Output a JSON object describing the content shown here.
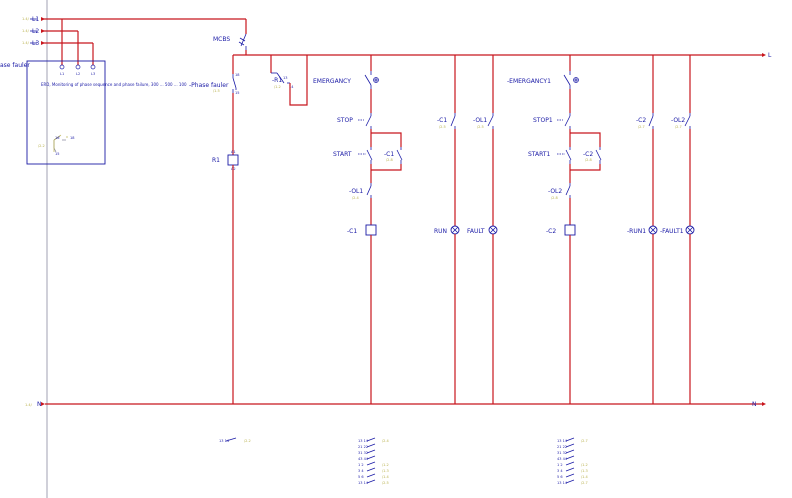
{
  "colors": {
    "wire": "#c8161d",
    "component": "#1a1aa6",
    "reference": "#b8b04a",
    "rail": "#8a8aa0"
  },
  "supply": {
    "lines": [
      {
        "label": "L1",
        "ref": "1.4/"
      },
      {
        "label": "L2",
        "ref": "1.4/"
      },
      {
        "label": "L3",
        "ref": "1.4/"
      }
    ],
    "neutral": {
      "label": "N",
      "ref": "1.4/"
    },
    "line_out": "L",
    "neutral_out": "N"
  },
  "phase_relay": {
    "title": "ase fauler",
    "description": "ERD, Monitoring of phase sequence and phase failure, 300 ... 500 ... 100",
    "terminals": [
      "L1",
      "L2",
      "L3"
    ],
    "contact_pins": [
      "16",
      "18",
      "15"
    ],
    "contact_ref": "/2.2"
  },
  "mcb": {
    "label": "MCBS"
  },
  "phase_fault_contact": {
    "label": "-Phase fauler",
    "ref": "/1.5",
    "pins": [
      "18",
      "15"
    ]
  },
  "r1_coil": {
    "label": "R1",
    "pins": [
      "A1",
      "A2"
    ]
  },
  "r1_contact": {
    "label": "-R1",
    "ref": "/1.2",
    "pins": [
      "13",
      "14"
    ]
  },
  "motor1": {
    "emergency": "EMERGANCY",
    "stop": "STOP",
    "start": "START",
    "hold": {
      "label": "-C1",
      "ref": "/2.8"
    },
    "overload": {
      "label": "-OL1",
      "ref": "/2.4"
    },
    "coil": "-C1",
    "run_contact": {
      "label": "-C1",
      "ref": "/2.5"
    },
    "fault_contact": {
      "label": "-OL1",
      "ref": "/2.5"
    },
    "run_lamp": "RUN",
    "fault_lamp": "FAULT"
  },
  "motor2": {
    "emergency": "-EMERGANCY1",
    "stop": "STOP1",
    "start": "START1",
    "hold": {
      "label": "-C2",
      "ref": "/2.8"
    },
    "overload": {
      "label": "-OL2",
      "ref": "/2.8"
    },
    "coil": "-C2",
    "run_contact": {
      "label": "-C2",
      "ref": "/2.7"
    },
    "fault_contact": {
      "label": "-OL2",
      "ref": "/2.7"
    },
    "run_lamp": "-RUN1",
    "fault_lamp": "-FAULT1"
  },
  "cross_refs": {
    "r1": {
      "pins": "13 14",
      "ref": "/2.2"
    },
    "c1": [
      {
        "pins": "13 14",
        "ref": "/2.4"
      },
      {
        "pins": "21 22",
        "ref": ""
      },
      {
        "pins": "31 32",
        "ref": ""
      },
      {
        "pins": "43 44",
        "ref": ""
      },
      {
        "pins": "1 2",
        "ref": "/1.2"
      },
      {
        "pins": "3 4",
        "ref": "/1.3"
      },
      {
        "pins": "5 6",
        "ref": "/1.4"
      },
      {
        "pins": "13 14",
        "ref": "/2.5"
      }
    ],
    "c2": [
      {
        "pins": "13 14",
        "ref": "/2.7"
      },
      {
        "pins": "21 22",
        "ref": ""
      },
      {
        "pins": "31 32",
        "ref": ""
      },
      {
        "pins": "43 44",
        "ref": ""
      },
      {
        "pins": "1 2",
        "ref": "/1.2"
      },
      {
        "pins": "3 4",
        "ref": "/1.3"
      },
      {
        "pins": "5 6",
        "ref": "/1.4"
      },
      {
        "pins": "13 14",
        "ref": "/2.7"
      }
    ]
  }
}
